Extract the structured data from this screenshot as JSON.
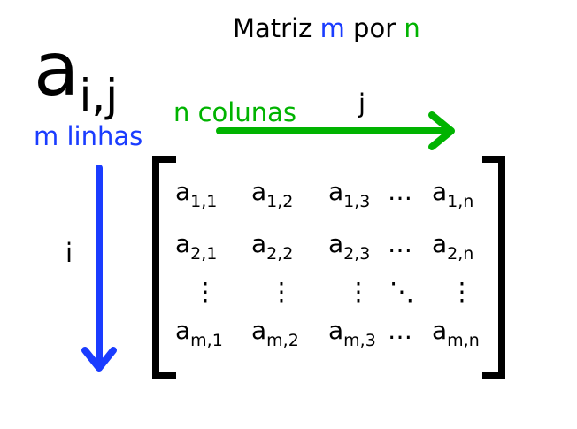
{
  "title": {
    "prefix": "Matriz ",
    "m": "m",
    "middle": " por ",
    "n": "n"
  },
  "notation": {
    "base": "a",
    "subscript": "i,j"
  },
  "rows_label": "m linhas",
  "cols_label": "n colunas",
  "row_index": "i",
  "col_index": "j",
  "colors": {
    "rows": "#1a3cff",
    "cols": "#00b300",
    "text": "#000000"
  },
  "matrix": [
    [
      {
        "b": "a",
        "s": "1,1"
      },
      {
        "b": "a",
        "s": "1,2"
      },
      {
        "b": "a",
        "s": "1,3"
      },
      {
        "b": "…",
        "s": ""
      },
      {
        "b": "a",
        "s": "1,n"
      }
    ],
    [
      {
        "b": "a",
        "s": "2,1"
      },
      {
        "b": "a",
        "s": "2,2"
      },
      {
        "b": "a",
        "s": "2,3"
      },
      {
        "b": "…",
        "s": ""
      },
      {
        "b": "a",
        "s": "2,n"
      }
    ],
    [
      {
        "b": "⋮",
        "s": ""
      },
      {
        "b": "⋮",
        "s": ""
      },
      {
        "b": "⋮",
        "s": ""
      },
      {
        "b": "⋱",
        "s": ""
      },
      {
        "b": "⋮",
        "s": ""
      }
    ],
    [
      {
        "b": "a",
        "s": "m,1"
      },
      {
        "b": "a",
        "s": "m,2"
      },
      {
        "b": "a",
        "s": "m,3"
      },
      {
        "b": "…",
        "s": ""
      },
      {
        "b": "a",
        "s": "m,n"
      }
    ]
  ]
}
